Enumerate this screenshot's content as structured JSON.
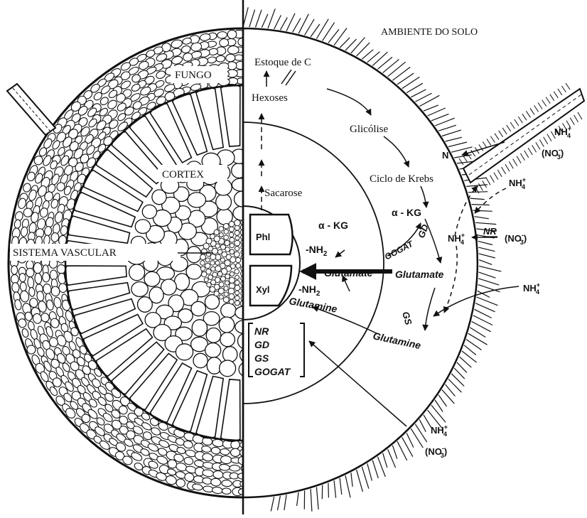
{
  "labels": {
    "ambiente": "AMBIENTE DO SOLO",
    "fungo": "FUNGO",
    "cortex": "CORTEX",
    "sistema_vascular": "SISTEMA VASCULAR",
    "estoque": "Estoque de C",
    "hexoses": "Hexoses",
    "glicolise": "Glicólise",
    "krebs": "Ciclo de Krebs",
    "sacarose": "Sacarose",
    "akg_left": "α - KG",
    "akg_right": "α - KG",
    "nh2_top": "-NH",
    "nh2_bottom": "-NH",
    "sub2": "2",
    "phl": "Phl",
    "xyl": "Xyl",
    "glutamate_left": "Glutamate",
    "glutamate_right": "Glutamate",
    "glutamine_left": "Glutamine",
    "glutamine_right": "Glutamine",
    "gogat": "GOGAT",
    "gd": "GD",
    "gs": "GS",
    "nr": "NR",
    "n": "N",
    "nh4": "NH",
    "plus": "+",
    "minus": "-",
    "sub4": "4",
    "sub3": "3",
    "no3_open": "(NO",
    "no3_close": ")",
    "enzymes": [
      "NR",
      "GD",
      "GS",
      "GOGAT"
    ]
  }
}
